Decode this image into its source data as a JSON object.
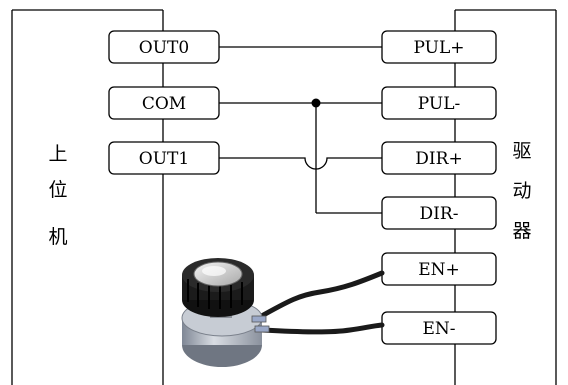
{
  "host": {
    "label_chars": [
      "上",
      "位",
      "机"
    ],
    "terminals": [
      "OUT0",
      "COM",
      "OUT1"
    ]
  },
  "driver": {
    "label_chars": [
      "驱",
      "动",
      "器"
    ],
    "terminals": [
      "PUL+",
      "PUL-",
      "DIR+",
      "DIR-",
      "EN+",
      "EN-"
    ]
  },
  "components": {
    "switch_icon": "rotary-switch-knob"
  },
  "colors": {
    "line": "#000000",
    "box_fill": "#ffffff",
    "cable": "#1a1a1a"
  }
}
